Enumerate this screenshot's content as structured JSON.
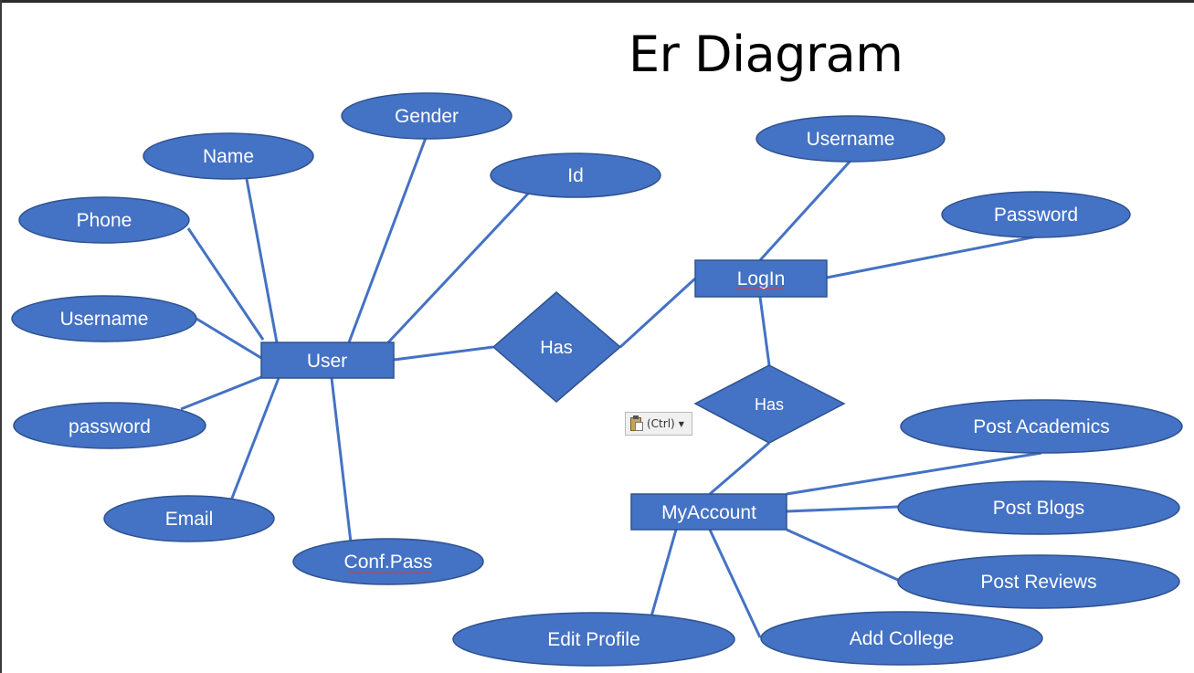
{
  "title": "Er Diagram",
  "entities": {
    "user": "User",
    "login": "LogIn",
    "myaccount": "MyAccount"
  },
  "relationships": {
    "has_user_login": "Has",
    "has_login_account": "Has"
  },
  "attributes": {
    "user": [
      "Gender",
      "Name",
      "Phone",
      "Username",
      "password",
      "Email",
      "Conf.Pass",
      "Id"
    ],
    "login": [
      "Username",
      "Password"
    ],
    "myaccount": [
      "Post Academics",
      "Post Blogs",
      "Post Reviews",
      "Add College",
      "Edit Profile"
    ]
  },
  "paste_options": {
    "label": "(Ctrl)"
  },
  "colors": {
    "fill": "#4472c4",
    "stroke": "#2f528f",
    "line": "#4472c4",
    "text": "#ffffff"
  }
}
